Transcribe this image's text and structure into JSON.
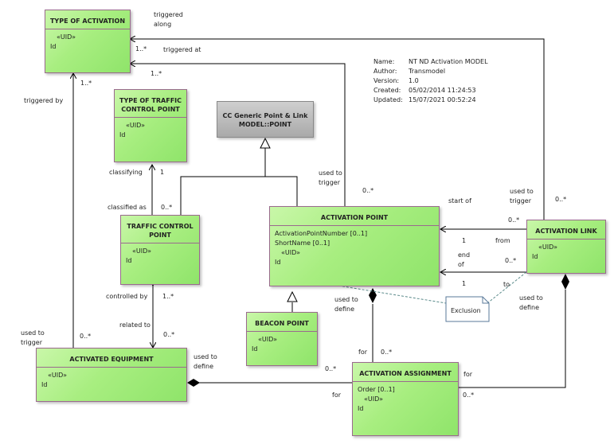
{
  "classes": {
    "type_of_activation": {
      "title": "TYPE OF ACTIVATION",
      "stereo": "«UID»",
      "attr": "Id"
    },
    "type_of_traffic_control_point": {
      "title_l1": "TYPE OF TRAFFIC",
      "title_l2": "CONTROL POINT",
      "stereo": "«UID»",
      "attr": "Id"
    },
    "cc_generic": {
      "title_l1": "CC Generic Point & Link",
      "title_l2": "MODEL::POINT"
    },
    "traffic_control_point": {
      "title_l1": "TRAFFIC CONTROL",
      "title_l2": "POINT",
      "stereo": "«UID»",
      "attr": "Id"
    },
    "activation_point": {
      "title": "ACTIVATION POINT",
      "attr1": "ActivationPointNumber [0..1]",
      "attr2": "ShortName [0..1]",
      "stereo": "«UID»",
      "attr": "Id"
    },
    "activation_link": {
      "title": "ACTIVATION LINK",
      "stereo": "«UID»",
      "attr": "Id"
    },
    "beacon_point": {
      "title": "BEACON POINT",
      "stereo": "«UID»",
      "attr": "Id"
    },
    "activated_equipment": {
      "title": "ACTIVATED EQUIPMENT",
      "stereo": "«UID»",
      "attr": "Id"
    },
    "activation_assignment": {
      "title": "ACTIVATION ASSIGNMENT",
      "attr1": "Order [0..1]",
      "stereo": "«UID»",
      "attr": "Id"
    }
  },
  "note": {
    "text": "Exclusion"
  },
  "meta": {
    "name_k": "Name:",
    "name_v": "NT ND Activation MODEL",
    "author_k": "Author:",
    "author_v": "Transmodel",
    "version_k": "Version:",
    "version_v": "1.0",
    "created_k": "Created:",
    "created_v": "05/02/2014 11:24:53",
    "updated_k": "Updated:",
    "updated_v": "15/07/2021 00:52:24"
  },
  "labels": {
    "triggered": "triggered",
    "along": "along",
    "triggered_at": "triggered at",
    "m_1star_a": "1..*",
    "m_1star_b": "1..*",
    "m_1star_c": "1..*",
    "triggered_by": "triggered by",
    "used_to_a": "used to",
    "trigger_a": "trigger",
    "m_0star_a": "0..*",
    "classifying": "classifying",
    "m_1_a": "1",
    "classified_as": "classified as",
    "m_0star_b": "0..*",
    "start_of": "start of",
    "used_to_b": "used to",
    "trigger_b": "trigger",
    "m_0star_c": "0..*",
    "m_0star_d": "0..*",
    "m_1_b": "1",
    "from": "from",
    "end": "end",
    "of": "of",
    "m_0star_e": "0..*",
    "m_1_c": "1",
    "to": "to",
    "controlled_by": "controlled by",
    "m_1star_d": "1..*",
    "related_to": "related to",
    "m_0star_f": "0..*",
    "used_to_c": "used to",
    "define_c": "define",
    "used_to_d": "used to",
    "define_d": "define",
    "used_to_e": "used to",
    "trigger_e": "trigger",
    "m_0star_g": "0..*",
    "used_to_f": "used to",
    "define_f": "define",
    "m_0star_h": "0..*",
    "for_a": "for",
    "m_0star_i": "0..*",
    "for_b": "for",
    "for_c": "for",
    "m_0star_j": "0..*"
  }
}
